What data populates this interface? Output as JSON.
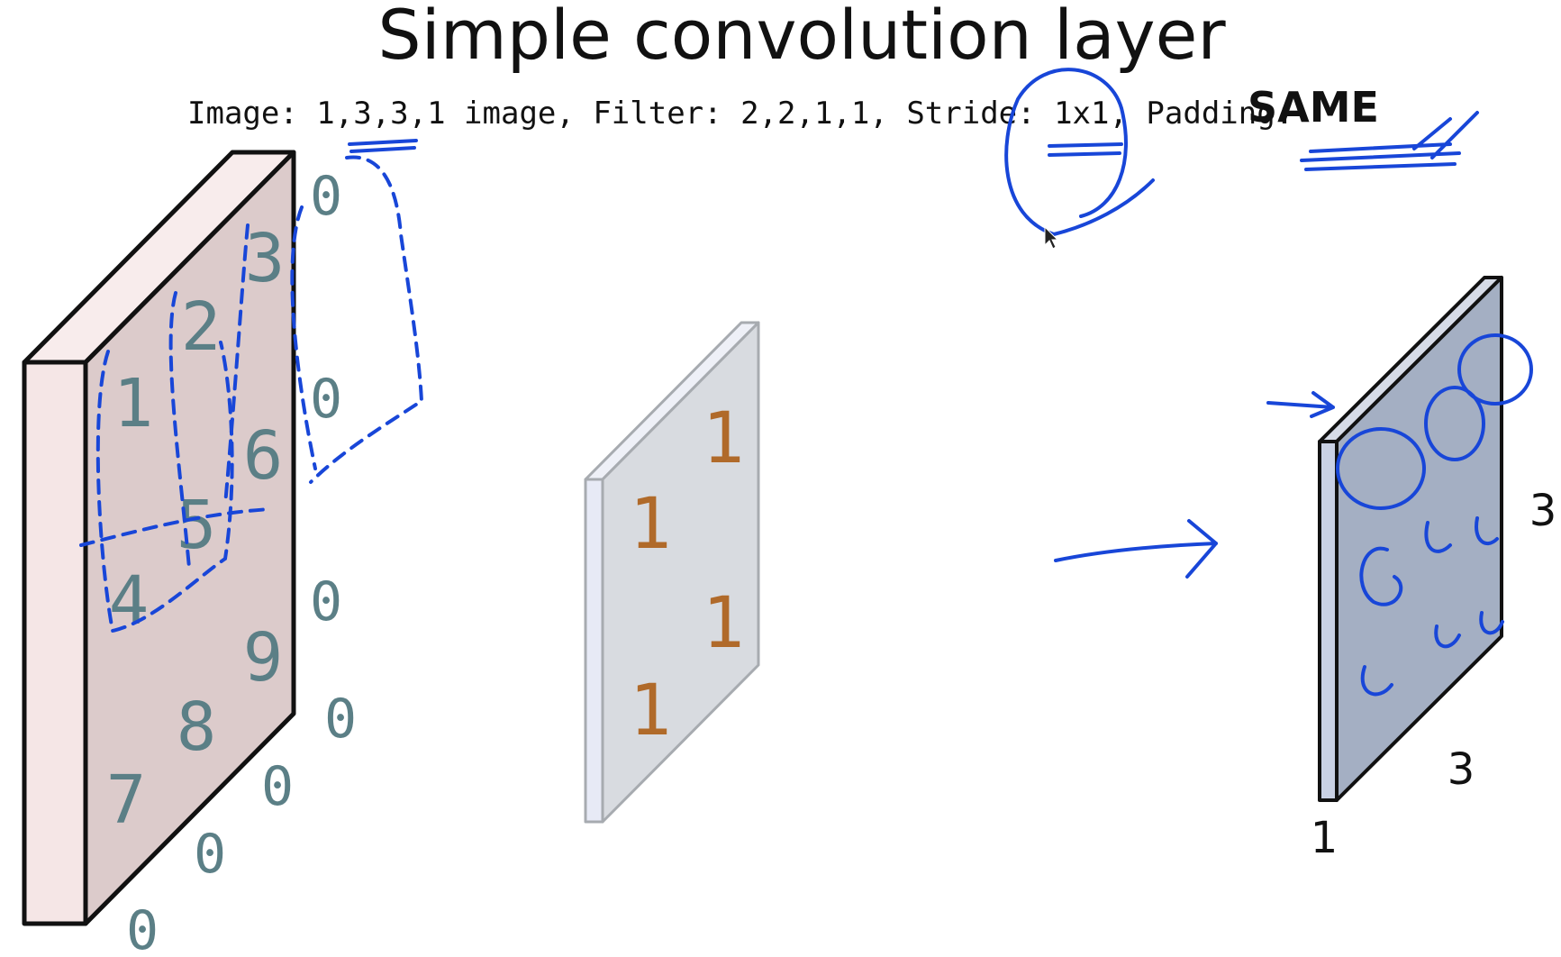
{
  "title": "Simple convolution layer",
  "subtitle": {
    "text": "Image: 1,3,3,1 image, Filter: 2,2,1,1, Stride: 1x1, Padding:",
    "padding_value": "SAME"
  },
  "input": {
    "cells": [
      "1",
      "2",
      "3",
      "4",
      "5",
      "6",
      "7",
      "8",
      "9"
    ],
    "padding": [
      "0",
      "0",
      "0",
      "0",
      "0",
      "0",
      "0"
    ]
  },
  "filter": {
    "cells": [
      "1",
      "1",
      "1",
      "1"
    ]
  },
  "output": {
    "dim_height": "3",
    "dim_width": "3",
    "dim_depth": "1"
  }
}
